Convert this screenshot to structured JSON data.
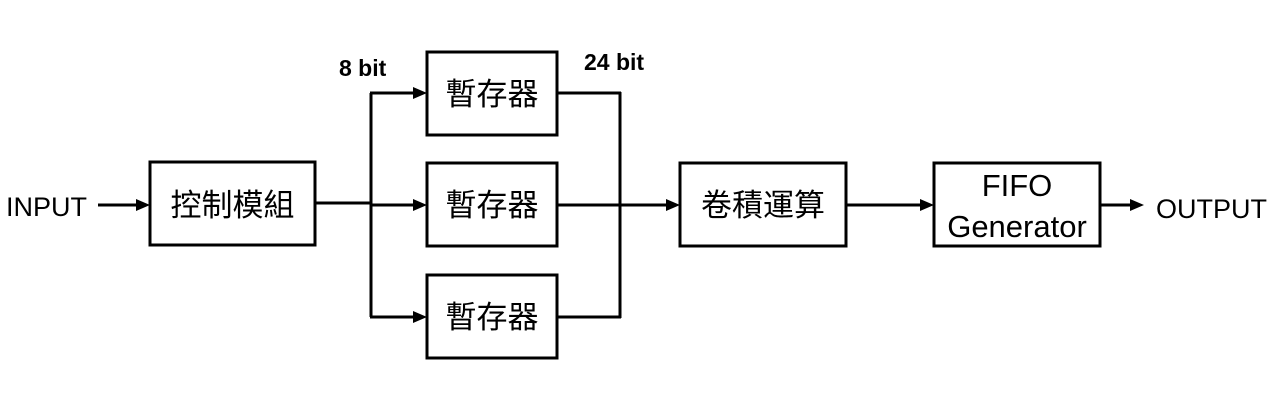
{
  "io": {
    "input_label": "INPUT",
    "output_label": "OUTPUT"
  },
  "blocks": {
    "control_module": "控制模組",
    "registers": [
      "暫存器",
      "暫存器",
      "暫存器"
    ],
    "convolution": "卷積運算",
    "fifo": {
      "line1": "FIFO",
      "line2": "Generator"
    }
  },
  "bus_labels": {
    "input_width": "8 bit",
    "output_width": "24 bit"
  }
}
